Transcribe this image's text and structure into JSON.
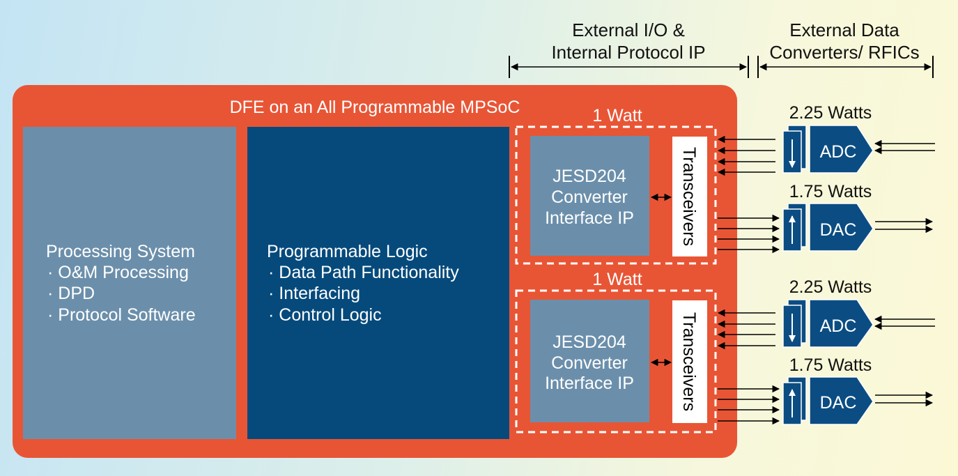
{
  "headers": {
    "io": {
      "line1": "External I/O &",
      "line2": "Internal Protocol IP"
    },
    "converters": {
      "line1": "External Data",
      "line2": "Converters/ RFICs"
    }
  },
  "mpsoc": {
    "title": "DFE on an All Programmable MPSoC"
  },
  "processing_system": {
    "title": "Processing System",
    "items": [
      "O&M Processing",
      "DPD",
      "Protocol Software"
    ]
  },
  "programmable_logic": {
    "title": "Programmable Logic",
    "items": [
      "Data Path Functionality",
      "Interfacing",
      "Control Logic"
    ]
  },
  "io_blocks": [
    {
      "power": "1 Watt",
      "ip_lines": [
        "JESD204",
        "Converter",
        "Interface IP"
      ],
      "transceivers": "Transceivers"
    },
    {
      "power": "1 Watt",
      "ip_lines": [
        "JESD204",
        "Converter",
        "Interface IP"
      ],
      "transceivers": "Transceivers"
    }
  ],
  "converters": [
    {
      "power": "2.25 Watts",
      "label": "ADC"
    },
    {
      "power": "1.75 Watts",
      "label": "DAC"
    },
    {
      "power": "2.25 Watts",
      "label": "ADC"
    },
    {
      "power": "1.75 Watts",
      "label": "DAC"
    }
  ],
  "colors": {
    "mpsoc": "#e85535",
    "processing": "#6b8fab",
    "logic": "#064a7c",
    "converter": "#0b4d82",
    "ip": "#6b8fab"
  }
}
